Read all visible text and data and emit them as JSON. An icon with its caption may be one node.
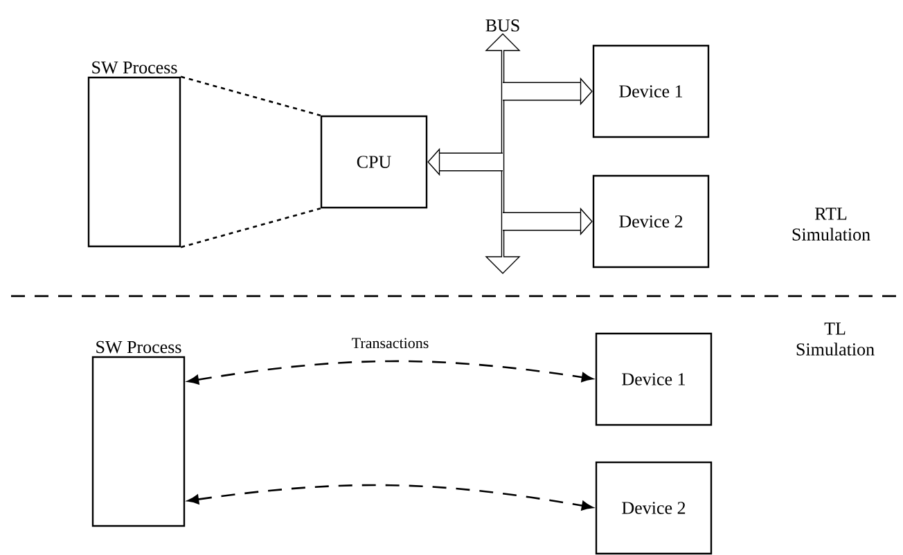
{
  "diagram": {
    "nodes": [
      {
        "text": [
          "SW Process"
        ]
      },
      {
        "text": [
          "CPU"
        ]
      },
      {
        "text": [
          "BUS"
        ]
      },
      {
        "text": [
          "Device 1"
        ]
      },
      {
        "text": [
          "Device 2"
        ]
      },
      {
        "text": [
          "SW Process"
        ]
      },
      {
        "text": [
          "Device 1"
        ]
      },
      {
        "text": [
          "Device 2"
        ]
      }
    ],
    "edges": [
      {
        "from": 0,
        "to": 1,
        "arrow": "none",
        "style": "dashed"
      },
      {
        "from": 0,
        "to": 1,
        "arrow": "none",
        "style": "dashed"
      },
      {
        "from": 2,
        "to": 1,
        "arrow": "to",
        "style": "thick"
      },
      {
        "from": 2,
        "to": 3,
        "arrow": "to",
        "style": "thick"
      },
      {
        "from": 2,
        "to": 4,
        "arrow": "to",
        "style": "thick"
      },
      {
        "from": 5,
        "to": 6,
        "arrow": "both",
        "style": "dashed",
        "label": "Transactions"
      },
      {
        "from": 5,
        "to": 7,
        "arrow": "both",
        "style": "dashed"
      }
    ],
    "labels": [
      "RTL Simulation",
      "TL Simulation"
    ]
  }
}
